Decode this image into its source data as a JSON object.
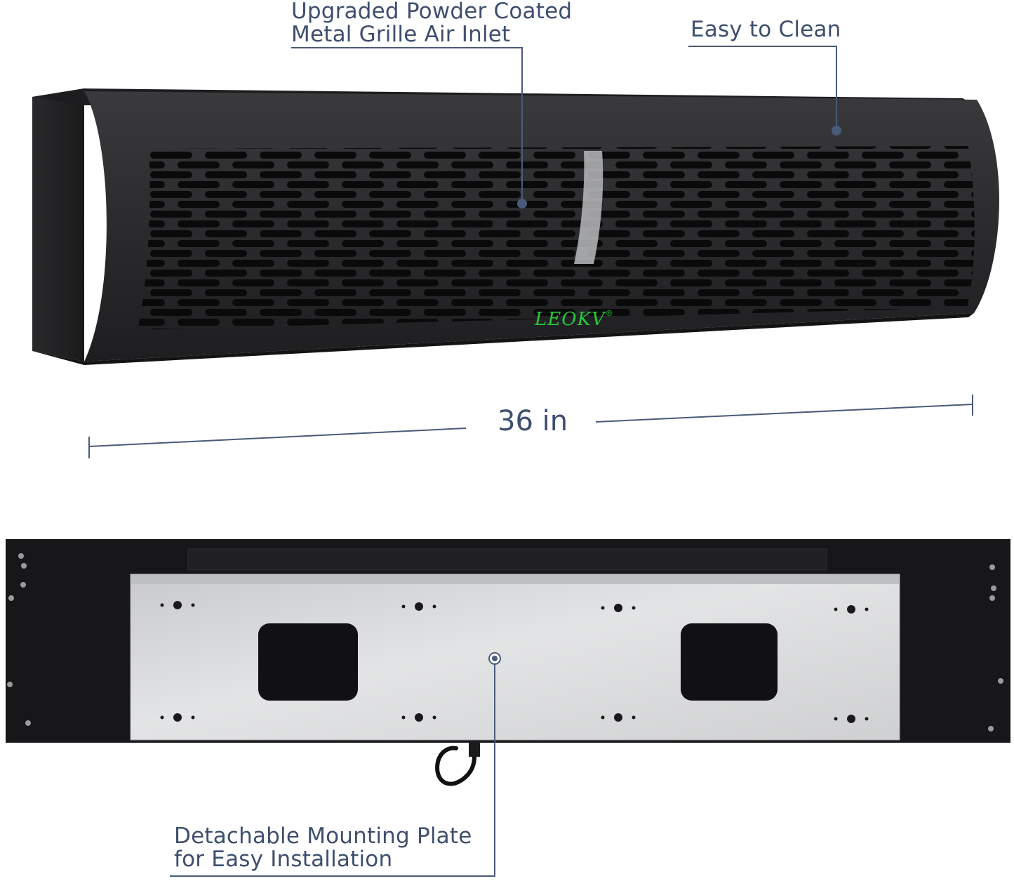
{
  "callouts": {
    "grille": {
      "line1": "Upgraded Powder Coated",
      "line2": "Metal Grille Air Inlet"
    },
    "clean": {
      "line1": "Easy to Clean"
    },
    "plate": {
      "line1": "Detachable Mounting Plate",
      "line2": "for Easy Installation"
    }
  },
  "dimension": {
    "width_label": "36 in"
  },
  "product": {
    "brand": "LEOKV",
    "brand_mark": "®"
  },
  "colors": {
    "text": "#3e4f6e",
    "callout_line": "#4a5b7a",
    "unit_body": "#232325",
    "unit_face": "#2c2c2e",
    "plate": "#d6d7d8",
    "brand": "#25c93b"
  }
}
